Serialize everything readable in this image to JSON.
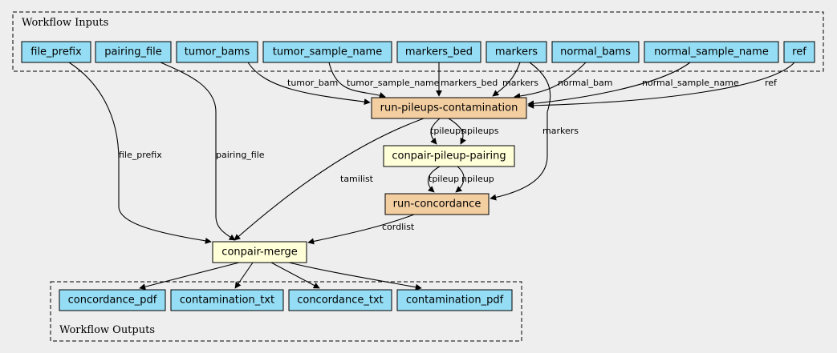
{
  "colors": {
    "background": "#eeeeee",
    "io_node": "#94ddf4",
    "step_node": "#f3cea1",
    "sub_step_node": "#ffffd8"
  },
  "clusters": {
    "inputs_label": "Workflow Inputs",
    "outputs_label": "Workflow Outputs"
  },
  "inputs": [
    {
      "id": "file_prefix",
      "label": "file_prefix"
    },
    {
      "id": "pairing_file",
      "label": "pairing_file"
    },
    {
      "id": "tumor_bams",
      "label": "tumor_bams"
    },
    {
      "id": "tumor_sample_name",
      "label": "tumor_sample_name"
    },
    {
      "id": "markers_bed",
      "label": "markers_bed"
    },
    {
      "id": "markers",
      "label": "markers"
    },
    {
      "id": "normal_bams",
      "label": "normal_bams"
    },
    {
      "id": "normal_sample_name",
      "label": "normal_sample_name"
    },
    {
      "id": "ref",
      "label": "ref"
    }
  ],
  "steps": [
    {
      "id": "pileups",
      "label": "run-pileups-contamination",
      "kind": "step"
    },
    {
      "id": "pairing",
      "label": "conpair-pileup-pairing",
      "kind": "sub"
    },
    {
      "id": "concordance",
      "label": "run-concordance",
      "kind": "step"
    },
    {
      "id": "merge",
      "label": "conpair-merge",
      "kind": "sub"
    }
  ],
  "outputs": [
    {
      "id": "concordance_pdf",
      "label": "concordance_pdf"
    },
    {
      "id": "contamination_txt",
      "label": "contamination_txt"
    },
    {
      "id": "concordance_txt",
      "label": "concordance_txt"
    },
    {
      "id": "contamination_pdf",
      "label": "contamination_pdf"
    }
  ],
  "edges": [
    {
      "from": "file_prefix",
      "to": "merge",
      "label": "file_prefix"
    },
    {
      "from": "pairing_file",
      "to": "merge",
      "label": "pairing_file"
    },
    {
      "from": "tumor_bams",
      "to": "pileups",
      "label": "tumor_bam"
    },
    {
      "from": "tumor_sample_name",
      "to": "pileups",
      "label": "tumor_sample_name"
    },
    {
      "from": "markers_bed",
      "to": "pileups",
      "label": "markers_bed"
    },
    {
      "from": "markers",
      "to": "pileups",
      "label": "markers"
    },
    {
      "from": "markers",
      "to": "concordance",
      "label": "markers"
    },
    {
      "from": "normal_bams",
      "to": "pileups",
      "label": "normal_bam"
    },
    {
      "from": "normal_sample_name",
      "to": "pileups",
      "label": "normal_sample_name"
    },
    {
      "from": "ref",
      "to": "pileups",
      "label": "ref"
    },
    {
      "from": "pileups",
      "to": "pairing",
      "label": "tpileups"
    },
    {
      "from": "pileups",
      "to": "pairing",
      "label": "npileups"
    },
    {
      "from": "pileups",
      "to": "merge",
      "label": "tamilist"
    },
    {
      "from": "pairing",
      "to": "concordance",
      "label": "tpileup"
    },
    {
      "from": "pairing",
      "to": "concordance",
      "label": "npileup"
    },
    {
      "from": "concordance",
      "to": "merge",
      "label": "cordlist"
    },
    {
      "from": "merge",
      "to": "concordance_pdf",
      "label": ""
    },
    {
      "from": "merge",
      "to": "contamination_txt",
      "label": ""
    },
    {
      "from": "merge",
      "to": "concordance_txt",
      "label": ""
    },
    {
      "from": "merge",
      "to": "contamination_pdf",
      "label": ""
    }
  ]
}
